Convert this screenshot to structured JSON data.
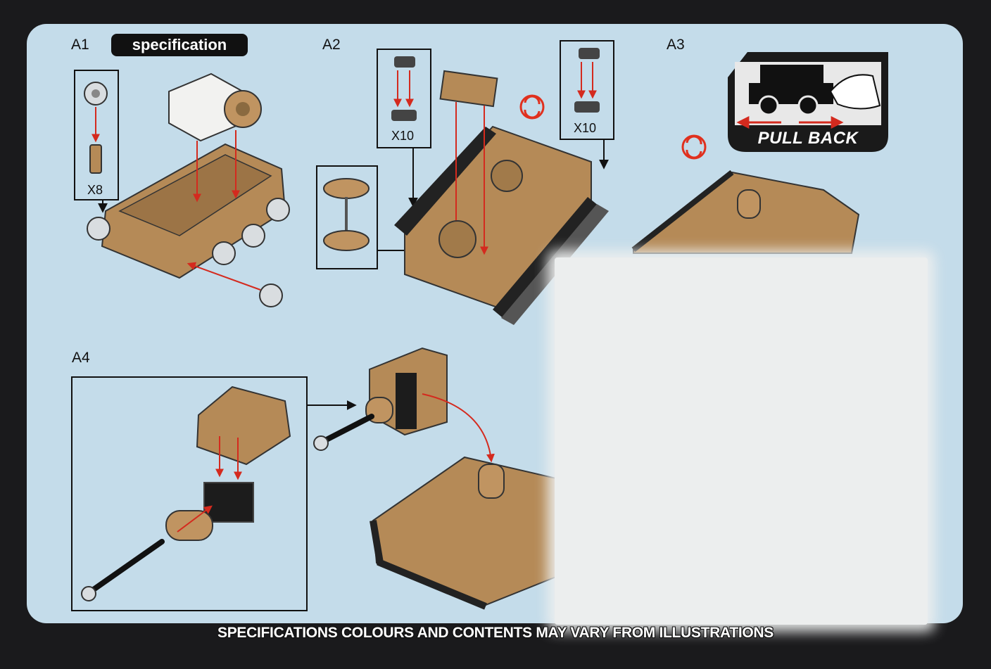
{
  "steps": {
    "a1": "A1",
    "a2": "A2",
    "a3": "A3",
    "a4": "A4"
  },
  "spec_label": "specification",
  "quantities": {
    "a1_pins": "X8",
    "a2_left_clips": "X10",
    "a2_right_clips": "X10"
  },
  "pull_back_label": "PULL BACK",
  "footer_notice": "SPECIFICATIONS COLOURS AND CONTENTS MAY VARY FROM ILLUSTRATIONS",
  "colors": {
    "background_panel": "#c4dcea",
    "frame": "#1a1a1c",
    "brick_tan": "#b58a57",
    "arrow_red": "#d42a1e",
    "rotate_icon_red": "#e0301e"
  },
  "icons": [
    "rotate-icon",
    "pull-back-car-icon",
    "hand-icon"
  ]
}
